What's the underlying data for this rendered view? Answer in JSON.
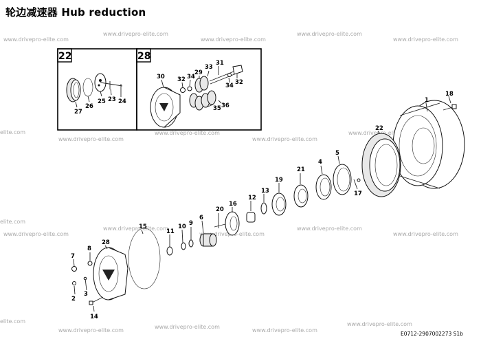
{
  "title": "轮边减速器   Hub reduction",
  "watermark": "www.drivepro-elite.com",
  "edge_watermark": "elite.com",
  "drawing_code": "E0712-2907002273 S1b",
  "boxes": [
    {
      "label": "22",
      "parts": [
        "27",
        "26",
        "25",
        "23",
        "24"
      ]
    },
    {
      "label": "28",
      "parts": [
        "30",
        "32",
        "34",
        "29",
        "33",
        "31",
        "34",
        "32",
        "35",
        "36"
      ]
    }
  ],
  "parts": [
    "1",
    "18",
    "22",
    "5",
    "4",
    "21",
    "17",
    "19",
    "13",
    "12",
    "16",
    "20",
    "6",
    "9",
    "10",
    "11",
    "15",
    "28",
    "8",
    "7",
    "3",
    "2",
    "14"
  ]
}
